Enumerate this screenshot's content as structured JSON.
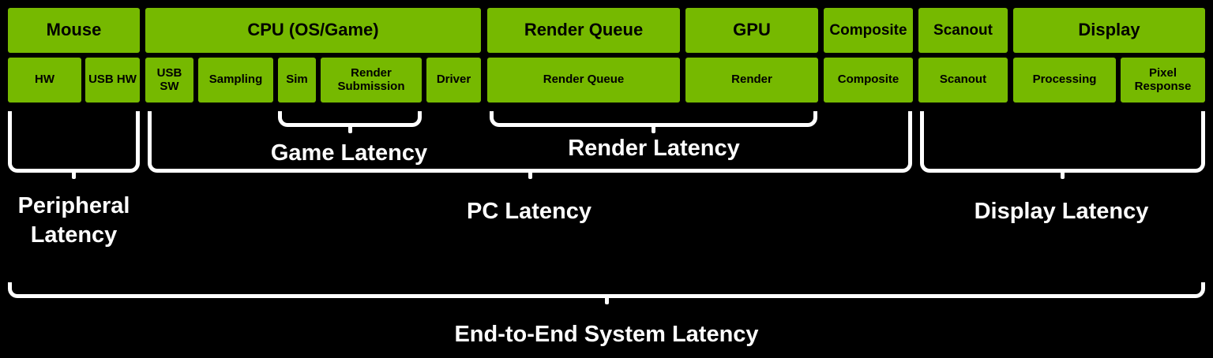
{
  "row1": [
    {
      "label": "Mouse"
    },
    {
      "label": "CPU (OS/Game)"
    },
    {
      "label": "Render Queue"
    },
    {
      "label": "GPU"
    },
    {
      "label": "Composite"
    },
    {
      "label": "Scanout"
    },
    {
      "label": "Display"
    }
  ],
  "row2": [
    {
      "label": "HW"
    },
    {
      "label": "USB HW"
    },
    {
      "label": "USB SW"
    },
    {
      "label": "Sampling"
    },
    {
      "label": "Sim"
    },
    {
      "label": "Render Submission"
    },
    {
      "label": "Driver"
    },
    {
      "label": "Render Queue"
    },
    {
      "label": "Render"
    },
    {
      "label": "Composite"
    },
    {
      "label": "Scanout"
    },
    {
      "label": "Processing"
    },
    {
      "label": "Pixel Response"
    }
  ],
  "latency_labels": {
    "game": "Game Latency",
    "render": "Render Latency",
    "peripheral": "Peripheral Latency",
    "pc": "PC Latency",
    "display": "Display Latency",
    "end_to_end": "End-to-End System Latency"
  },
  "colors": {
    "block_green": "#76b900",
    "background": "#000000",
    "block_text": "#000000",
    "bracket_white": "#ffffff"
  }
}
